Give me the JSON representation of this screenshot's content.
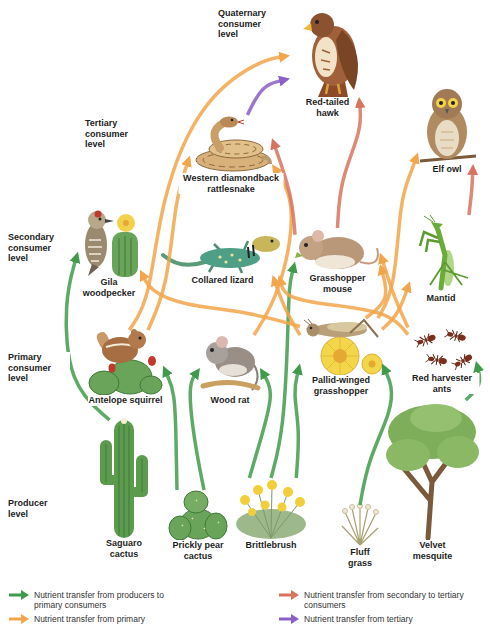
{
  "diagram": {
    "nodes": [
      {
        "text": [
          "Red-tailed hawk"
        ]
      },
      {
        "text": [
          "Western diamondback rattlesnake"
        ]
      },
      {
        "text": [
          "Elf owl"
        ]
      },
      {
        "text": [
          "Gila woodpecker"
        ]
      },
      {
        "text": [
          "Collared lizard"
        ]
      },
      {
        "text": [
          "Grasshopper mouse"
        ]
      },
      {
        "text": [
          "Mantid"
        ]
      },
      {
        "text": [
          "Antelope squirrel"
        ]
      },
      {
        "text": [
          "Wood rat"
        ]
      },
      {
        "text": [
          "Pallid-winged grasshopper"
        ]
      },
      {
        "text": [
          "Red harvester ants"
        ]
      },
      {
        "text": [
          "Saguaro cactus"
        ]
      },
      {
        "text": [
          "Prickly pear cactus"
        ]
      },
      {
        "text": [
          "Brittlebrush"
        ]
      },
      {
        "text": [
          "Fluff grass"
        ]
      },
      {
        "text": [
          "Velvet mesquite"
        ]
      }
    ],
    "edges": [
      {
        "from": 11,
        "to": 3,
        "arrow": "to"
      },
      {
        "from": 12,
        "to": 7,
        "arrow": "to"
      },
      {
        "from": 12,
        "to": 8,
        "arrow": "to"
      },
      {
        "from": 13,
        "to": 8,
        "arrow": "to"
      },
      {
        "from": 13,
        "to": 5,
        "arrow": "to"
      },
      {
        "from": 13,
        "to": 9,
        "arrow": "to"
      },
      {
        "from": 14,
        "to": 9,
        "arrow": "to"
      },
      {
        "from": 15,
        "to": 10,
        "arrow": "to"
      },
      {
        "from": 7,
        "to": 0,
        "arrow": "to"
      },
      {
        "from": 7,
        "to": 1,
        "arrow": "to"
      },
      {
        "from": 8,
        "to": 1,
        "arrow": "to"
      },
      {
        "from": 9,
        "to": 4,
        "arrow": "to"
      },
      {
        "from": 9,
        "to": 3,
        "arrow": "to"
      },
      {
        "from": 9,
        "to": 5,
        "arrow": "to"
      },
      {
        "from": 9,
        "to": 2,
        "arrow": "to"
      },
      {
        "from": 9,
        "to": 6,
        "arrow": "to"
      },
      {
        "from": 10,
        "to": 4,
        "arrow": "to"
      },
      {
        "from": 10,
        "to": 5,
        "arrow": "to"
      },
      {
        "from": 5,
        "to": 1,
        "arrow": "to"
      },
      {
        "from": 5,
        "to": 0,
        "arrow": "to"
      },
      {
        "from": 6,
        "to": 2,
        "arrow": "to"
      },
      {
        "from": 1,
        "to": 0,
        "arrow": "to"
      }
    ],
    "labels": [
      "Quaternary consumer level",
      "Tertiary consumer level",
      "Secondary consumer level",
      "Primary consumer level",
      "Producer level"
    ],
    "legend": [
      {
        "text": "Nutrient transfer from producers to primary consumers",
        "color": "#3f9b4b"
      },
      {
        "text": "Nutrient transfer from primary",
        "color": "#f2a54a"
      },
      {
        "text": "Nutrient transfer from secondary to tertiary consumers",
        "color": "#d8735f"
      },
      {
        "text": "Nutrient transfer from tertiary",
        "color": "#8b5fc8"
      }
    ]
  }
}
